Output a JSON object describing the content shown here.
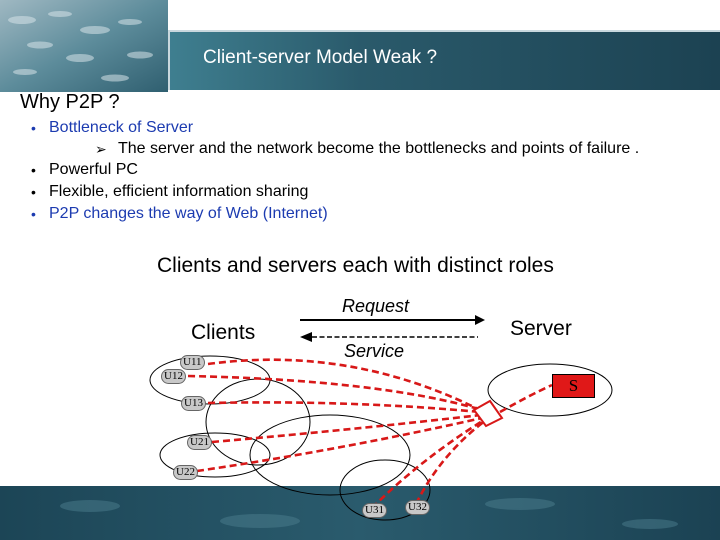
{
  "header": {
    "title": "Client-server Model  Weak ?"
  },
  "heading": "Why P2P ?",
  "bullets": [
    {
      "text": "Bottleneck of Server",
      "color": "#1c3bb0"
    },
    {
      "text": "The server and the network become the bottlenecks and points of failure .",
      "color": "#000000",
      "sub": true
    },
    {
      "text": "Powerful PC",
      "color": "#000000"
    },
    {
      "text": "Flexible, efficient information sharing",
      "color": "#000000"
    },
    {
      "text": "P2P changes the way of Web (Internet)",
      "color": "#1c3bb0"
    }
  ],
  "diagram": {
    "title": "Clients and servers each with distinct roles",
    "clients_label": "Clients",
    "server_label": "Server",
    "request_label": "Request",
    "service_label": "Service",
    "server_node": "S",
    "client_nodes": [
      "U11",
      "U12",
      "U13",
      "U21",
      "U22",
      "U31",
      "U32"
    ]
  },
  "colors": {
    "accent_red": "#e01818",
    "banner_dark": "#1f4a5c",
    "banner_teal": "#3f7f90",
    "bottom_band": "#1f4d60"
  }
}
